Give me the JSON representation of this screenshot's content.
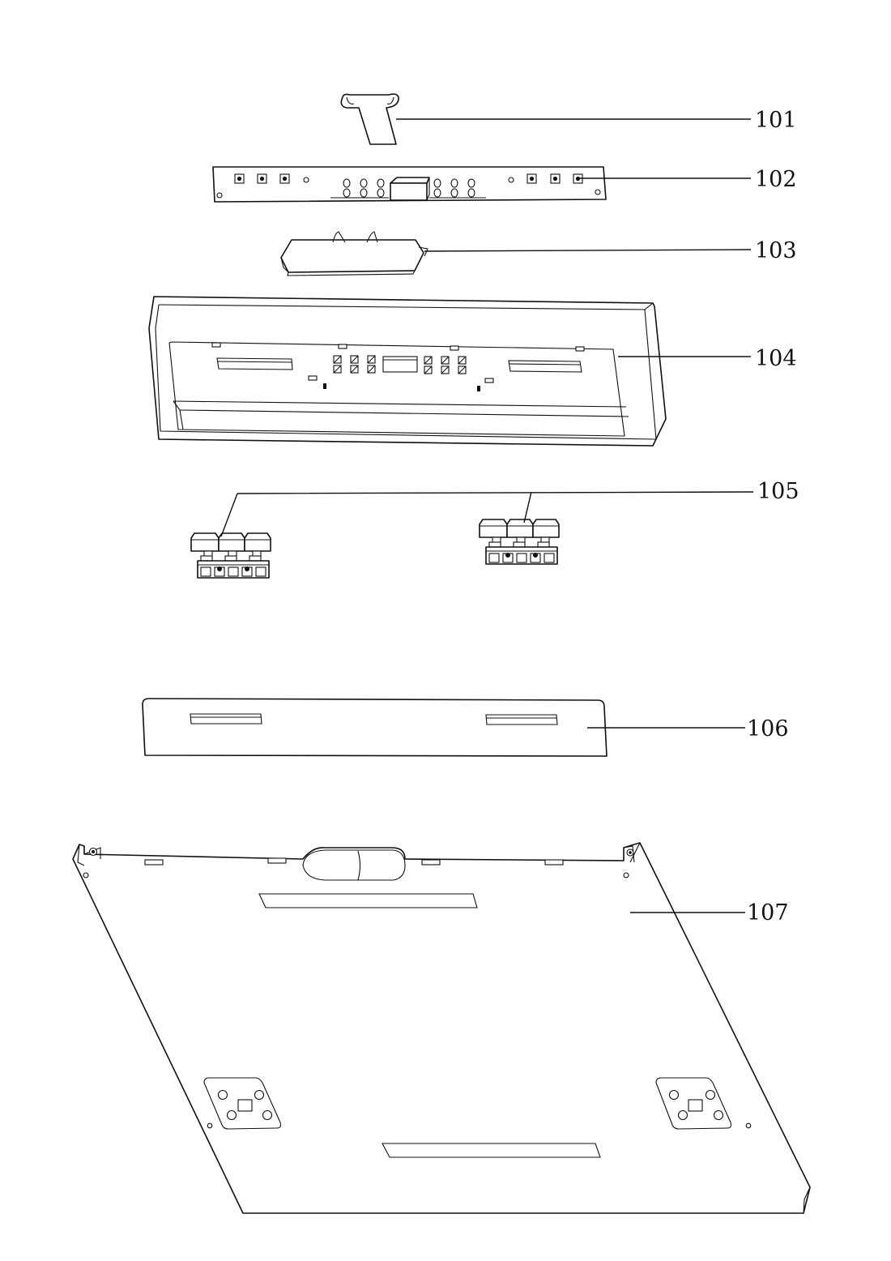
{
  "callouts": {
    "p101": "101",
    "p102": "102",
    "p103": "103",
    "p104": "104",
    "p105": "105",
    "p106": "106",
    "p107": "107"
  }
}
